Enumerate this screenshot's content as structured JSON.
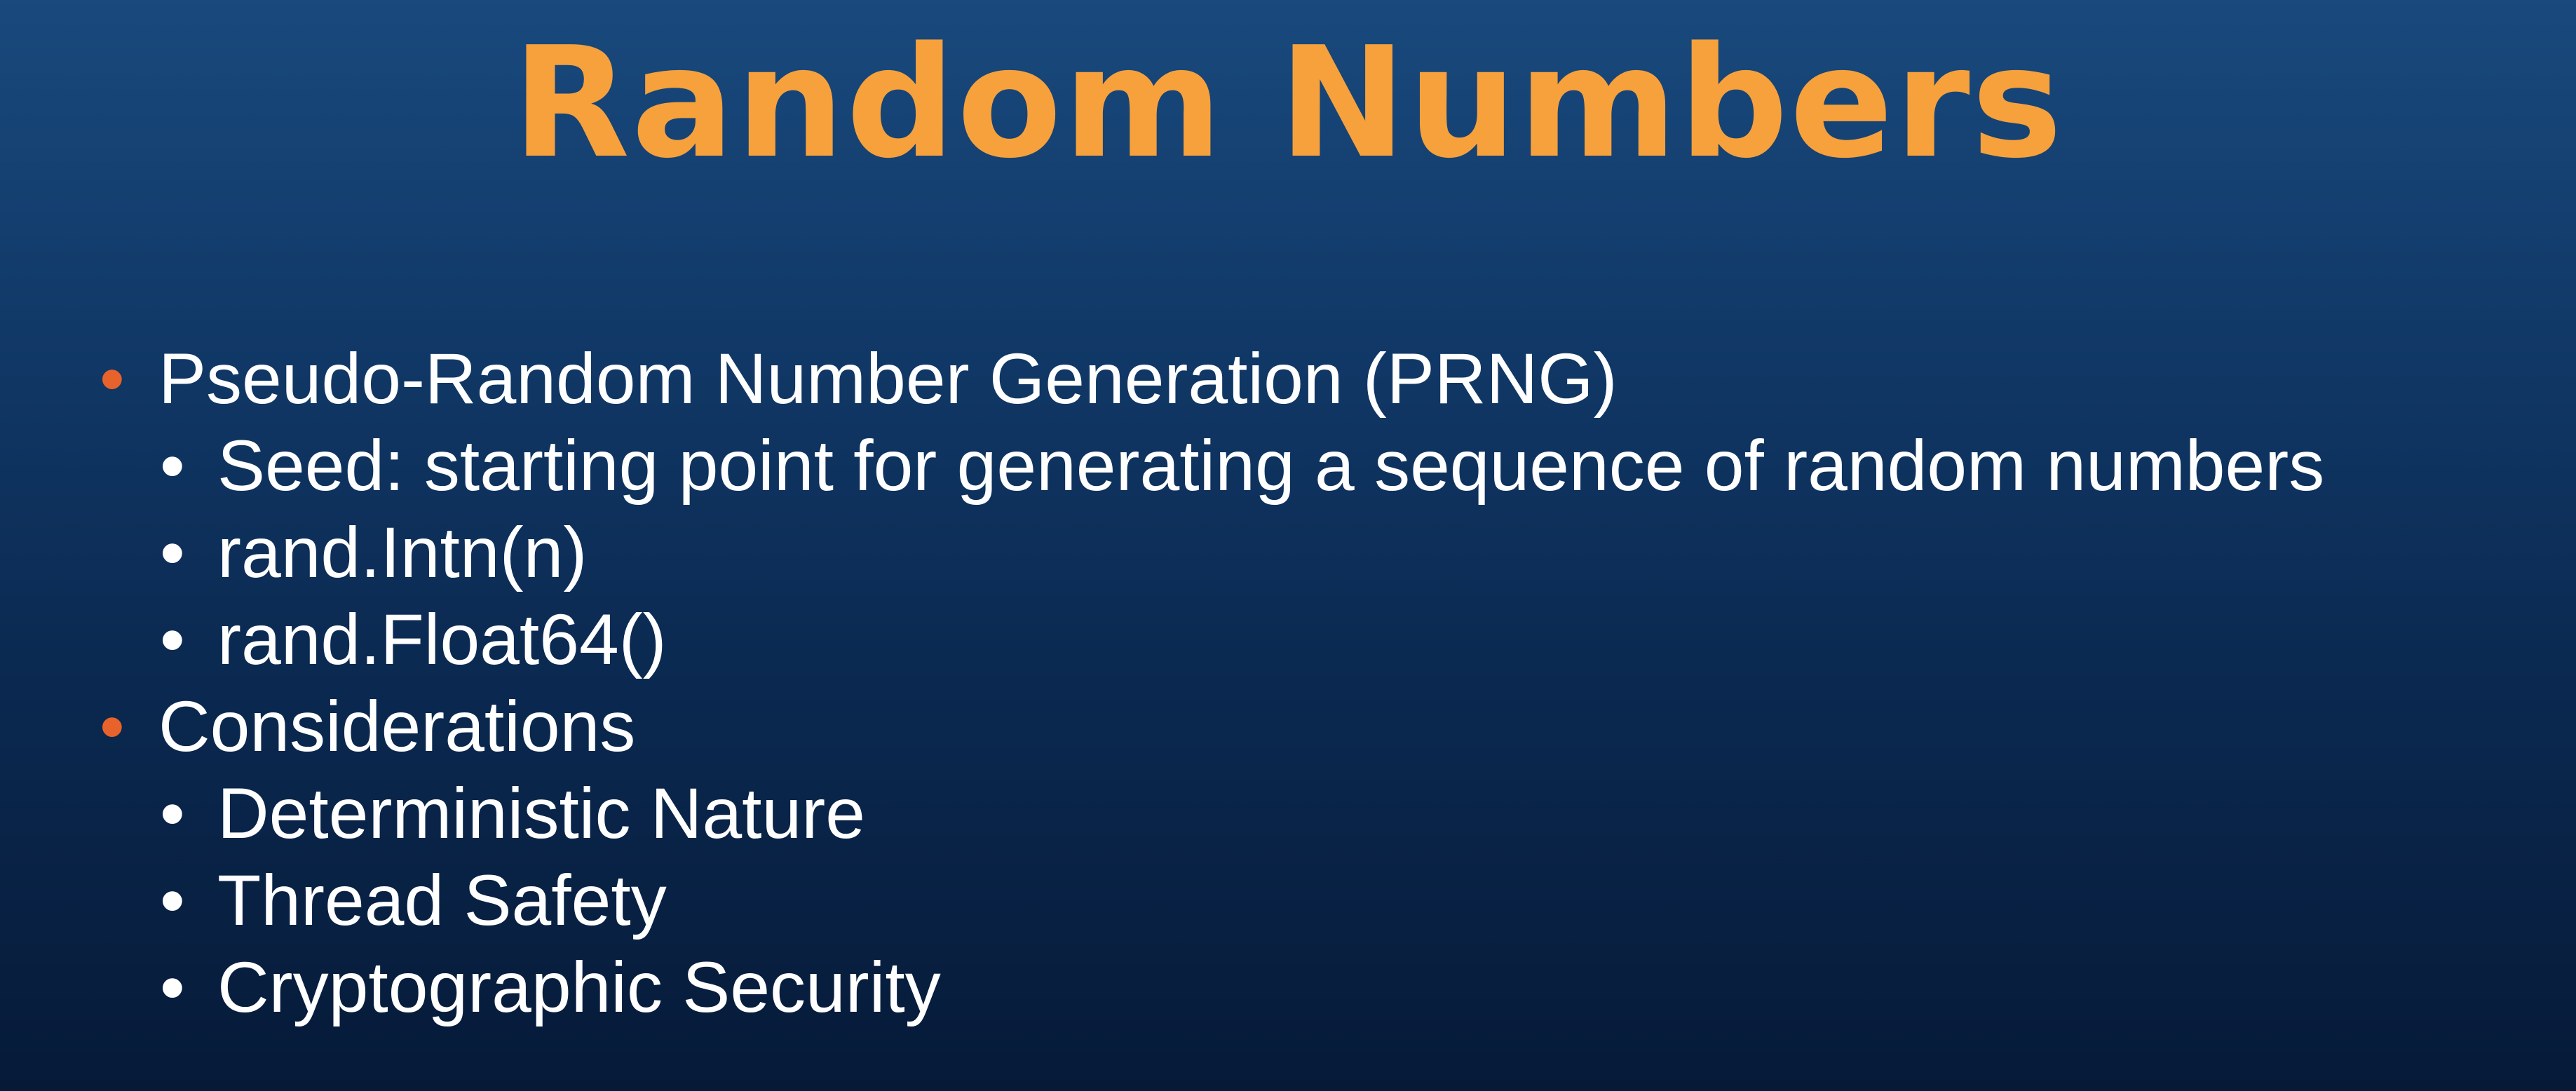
{
  "slide": {
    "title": "Random Numbers",
    "bullets": [
      {
        "level": 1,
        "text": "Pseudo-Random Number Generation (PRNG)"
      },
      {
        "level": 2,
        "text": "Seed: starting point for generating a sequence of random numbers"
      },
      {
        "level": 2,
        "text": "rand.Intn(n)"
      },
      {
        "level": 2,
        "text": "rand.Float64()"
      },
      {
        "level": 1,
        "text": "Considerations"
      },
      {
        "level": 2,
        "text": "Deterministic Nature"
      },
      {
        "level": 2,
        "text": "Thread Safety"
      },
      {
        "level": 2,
        "text": "Cryptographic Security"
      }
    ],
    "colors": {
      "title": "#f6a13c",
      "bullet_level1": "#e8632b",
      "text": "#ffffff",
      "background_top": "#19497d",
      "background_bottom": "#061a38"
    }
  }
}
